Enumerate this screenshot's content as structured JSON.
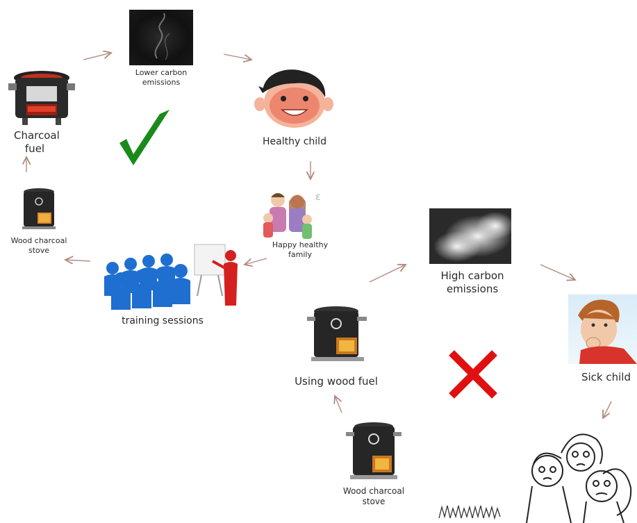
{
  "labels": {
    "charcoal_fuel": "Charcoal\nfuel",
    "lower_carbon": "Lower carbon\nemissions",
    "healthy_child": "Healthy child",
    "happy_family": "Happy healthy\nfamily",
    "wood_charcoal_stove_left": "Wood charcoal\nstove",
    "training_sessions": "training sessions",
    "high_carbon": "High carbon\nemissions",
    "sick_child": "Sick child",
    "using_wood_fuel": "Using wood fuel",
    "wood_charcoal_stove_bottom": "Wood charcoal\nstove"
  },
  "colors": {
    "arrow": "#b08a7c",
    "check": "#1a8a1a",
    "cross": "#e01010",
    "trainee": "#1e6fd0",
    "trainer": "#d42020"
  },
  "icons": {
    "charcoal_stove": "charcoal-stove-icon",
    "smoke_dark": "smoke-icon",
    "child_healthy": "healthy-child-icon",
    "family": "family-icon",
    "wood_stove": "wood-stove-icon",
    "training": "training-icon",
    "smoke_heavy": "heavy-smoke-icon",
    "sick_child": "sick-child-icon",
    "sick_family": "sick-family-icon",
    "check": "checkmark-icon",
    "cross": "cross-icon"
  }
}
